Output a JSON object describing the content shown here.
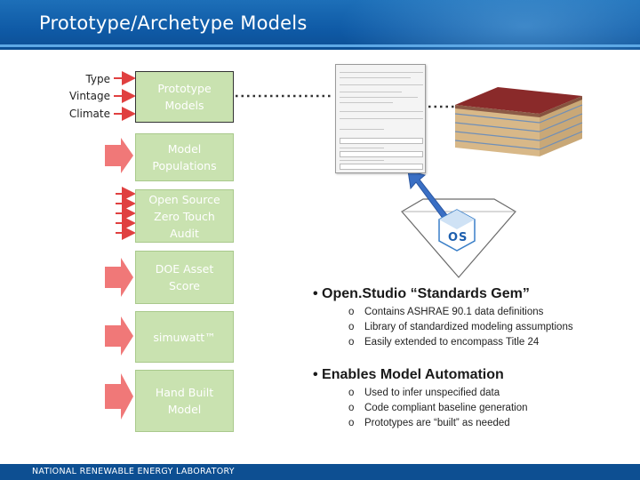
{
  "header": {
    "title": "Prototype/Archetype Models"
  },
  "inputs": [
    "Type",
    "Vintage",
    "Climate"
  ],
  "boxes": [
    {
      "label": "Prototype\nModels"
    },
    {
      "label": "Model\nPopulations"
    },
    {
      "label": "Open Source\nZero Touch\nAudit"
    },
    {
      "label": "DOE Asset\nScore"
    },
    {
      "label": "simuwatt™"
    },
    {
      "label": "Hand Built\nModel"
    }
  ],
  "bullets": [
    {
      "title": "Open.Studio “Standards Gem”",
      "items": [
        "Contains ASHRAE 90.1 data definitions",
        "Library of standardized modeling assumptions",
        "Easily extended to encompass Title 24"
      ]
    },
    {
      "title": "Enables Model Automation",
      "items": [
        "Used to infer unspecified data",
        "Code compliant baseline generation",
        "Prototypes are “built” as needed"
      ]
    }
  ],
  "logo": {
    "letters": [
      "O",
      "S"
    ]
  },
  "footer": {
    "text": "NATIONAL RENEWABLE ENERGY LABORATORY"
  },
  "colors": {
    "header": "#0f5aa6",
    "red_arrow": "#e04040",
    "pink_arrow": "#f07878",
    "box_fill": "#c9e2b0",
    "gem_arrow": "#3a6fc4"
  }
}
